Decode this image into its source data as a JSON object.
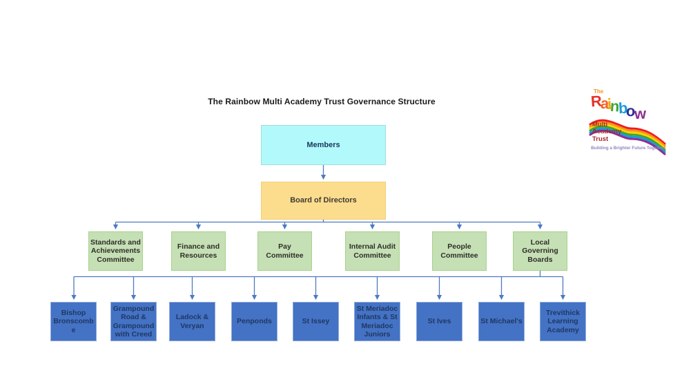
{
  "title": "The Rainbow Multi Academy Trust Governance Structure",
  "nodes": {
    "members": "Members",
    "board": "Board of Directors"
  },
  "committees": [
    "Standards and Achievements Committee",
    "Finance and Resources",
    "Pay Committee",
    "Internal Audit Committee",
    "People Committee",
    "Local Governing Boards"
  ],
  "schools": [
    "Bishop Bronscombe",
    "Grampound Road & Grampound with Creed",
    "Ladock & Veryan",
    "Penponds",
    "St Issey",
    "St Meriadoc Infants & St Meriadoc Juniors",
    "St Ives",
    "St Michael's",
    "Trevithick Learning Academy"
  ],
  "logo": {
    "the": "The",
    "letters": [
      "R",
      "a",
      "i",
      "n",
      "b",
      "o",
      "w"
    ],
    "letter_colors": [
      "#e4322b",
      "#f26522",
      "#f7a600",
      "#3fa535",
      "#1b9cd8",
      "#2e3192",
      "#8d2f92"
    ],
    "org_line1": "Multi",
    "org_line2": "Academy",
    "org_line3": "Trust",
    "tagline": "Building a Brighter Future Together",
    "swoosh_colors": [
      "#ed1c24",
      "#f7941d",
      "#ffd200",
      "#3fa535",
      "#1b9cd8",
      "#8d2f92"
    ]
  },
  "colors": {
    "members_fill": "#b2f9fb",
    "board_fill": "#fbdd8d",
    "committee_fill": "#c5e0b4",
    "school_fill": "#4472c4",
    "connector": "#4d7ac2"
  }
}
